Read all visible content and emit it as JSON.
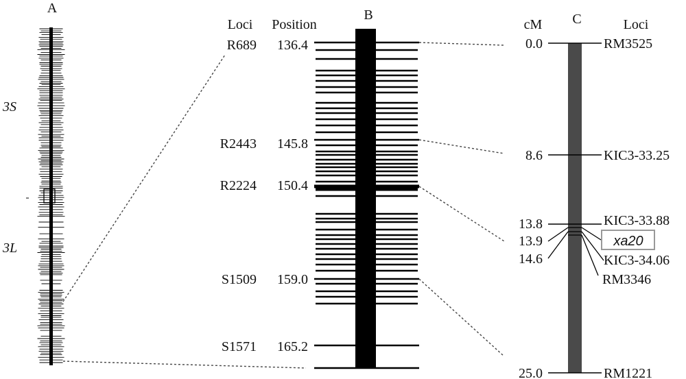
{
  "panels": {
    "a": {
      "letter": "A",
      "arm_short": "3S",
      "arm_long": "3L"
    },
    "b": {
      "letter": "B",
      "header_loci": "Loci",
      "header_position": "Position",
      "markers": [
        {
          "locus": "R689",
          "position": "136.4"
        },
        {
          "locus": "R2443",
          "position": "145.8"
        },
        {
          "locus": "R2224",
          "position": "150.4"
        },
        {
          "locus": "S1509",
          "position": "159.0"
        },
        {
          "locus": "S1571",
          "position": "165.2"
        }
      ]
    },
    "c": {
      "letter": "C",
      "header_cm": "cM",
      "header_loci": "Loci",
      "markers": [
        {
          "cm": "0.0",
          "locus": "RM3525"
        },
        {
          "cm": "8.6",
          "locus": "KIC3-33.25"
        },
        {
          "cm": "13.8",
          "locus": "KIC3-33.88"
        },
        {
          "cm": "13.9",
          "locus": "xa20",
          "boxed": true
        },
        {
          "cm": "14.6",
          "locus": "KIC3-34.06"
        },
        {
          "cm": "",
          "locus": "RM3346"
        },
        {
          "cm": "25.0",
          "locus": "RM1221"
        }
      ]
    }
  },
  "colors": {
    "ink": "#000000",
    "bar_c": "#4a4a4a",
    "gene_box": "#999999"
  }
}
